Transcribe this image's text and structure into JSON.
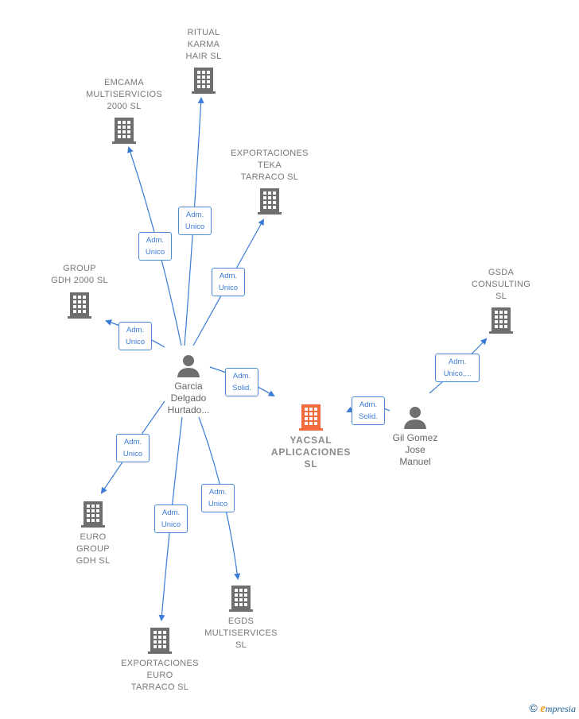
{
  "nodes": {
    "ritual_karma": {
      "lines": [
        "RITUAL",
        "KARMA",
        "HAIR  SL"
      ]
    },
    "emcama": {
      "lines": [
        "EMCAMA",
        "MULTISERVICIOS",
        "2000  SL"
      ]
    },
    "exportaciones_teka": {
      "lines": [
        "EXPORTACIONES",
        "TEKA",
        "TARRACO  SL"
      ]
    },
    "group_gdh": {
      "lines": [
        "GROUP",
        "GDH 2000 SL"
      ]
    },
    "gsda": {
      "lines": [
        "GSDA",
        "CONSULTING",
        "SL"
      ]
    },
    "garcia": {
      "lines": [
        "Garcia",
        "Delgado",
        "Hurtado..."
      ]
    },
    "yacsal": {
      "lines": [
        "YACSAL",
        "APLICACIONES",
        "SL"
      ]
    },
    "gil_gomez": {
      "lines": [
        "Gil Gomez",
        "Jose",
        "Manuel"
      ]
    },
    "euro_group": {
      "lines": [
        "EURO",
        "GROUP",
        "GDH  SL"
      ]
    },
    "egds": {
      "lines": [
        "EGDS",
        "MULTISERVICES",
        "SL"
      ]
    },
    "exportaciones_euro": {
      "lines": [
        "EXPORTACIONES",
        "EURO",
        "TARRACO  SL"
      ]
    }
  },
  "edge_labels": {
    "to_ritual": [
      "Adm.",
      "Unico"
    ],
    "to_emcama": [
      "Adm.",
      "Unico"
    ],
    "to_teka": [
      "Adm.",
      "Unico"
    ],
    "to_group": [
      "Adm.",
      "Unico"
    ],
    "to_yacsal_from_garcia": [
      "Adm.",
      "Solid."
    ],
    "to_yacsal_from_gil": [
      "Adm.",
      "Solid."
    ],
    "to_gsda": [
      "Adm.",
      "Unico,..."
    ],
    "to_euro_group": [
      "Adm.",
      "Unico"
    ],
    "to_export_euro": [
      "Adm.",
      "Unico"
    ],
    "to_egds": [
      "Adm.",
      "Unico"
    ]
  },
  "colors": {
    "edge": "#3a7bd5",
    "company_icon": "#6f6f6f",
    "focus_icon": "#f26a3d",
    "person_icon": "#6f6f6f"
  },
  "footer": {
    "copyright": "©",
    "brand_initial": "e",
    "brand_rest": "mpresia"
  }
}
